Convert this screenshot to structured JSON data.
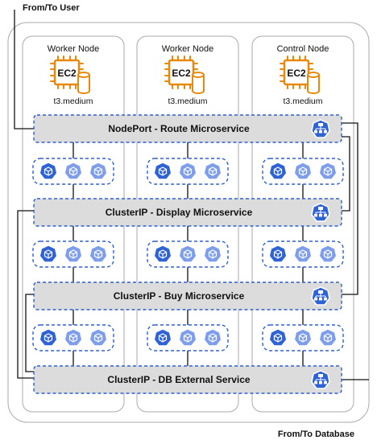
{
  "labels": {
    "from_to_user": "From/To User",
    "from_to_database": "From/To Database"
  },
  "nodes": [
    {
      "title": "Worker Node",
      "ec2": "EC2",
      "instance": "t3.medium"
    },
    {
      "title": "Worker Node",
      "ec2": "EC2",
      "instance": "t3.medium"
    },
    {
      "title": "Control Node",
      "ec2": "EC2",
      "instance": "t3.medium"
    }
  ],
  "services": [
    {
      "label": "NodePort - Route Microservice"
    },
    {
      "label": "ClusterIP - Display Microservice"
    },
    {
      "label": "ClusterIP - Buy Microservice"
    },
    {
      "label": "ClusterIP - DB External Service"
    }
  ],
  "icons": {
    "ec2": "ec2-chip-icon",
    "storage": "storage-cylinder-icon",
    "pod": "pod-hexagon-icon",
    "service": "service-network-icon"
  },
  "colors": {
    "ec2_orange": "#E8890C",
    "service_fill": "#DCDCDC",
    "dashed_blue": "#2F5FD0",
    "pod_dark": "#2F62D4",
    "pod_light": "#7E9EEC",
    "node_border": "#AAAAAA",
    "line": "#111111"
  }
}
